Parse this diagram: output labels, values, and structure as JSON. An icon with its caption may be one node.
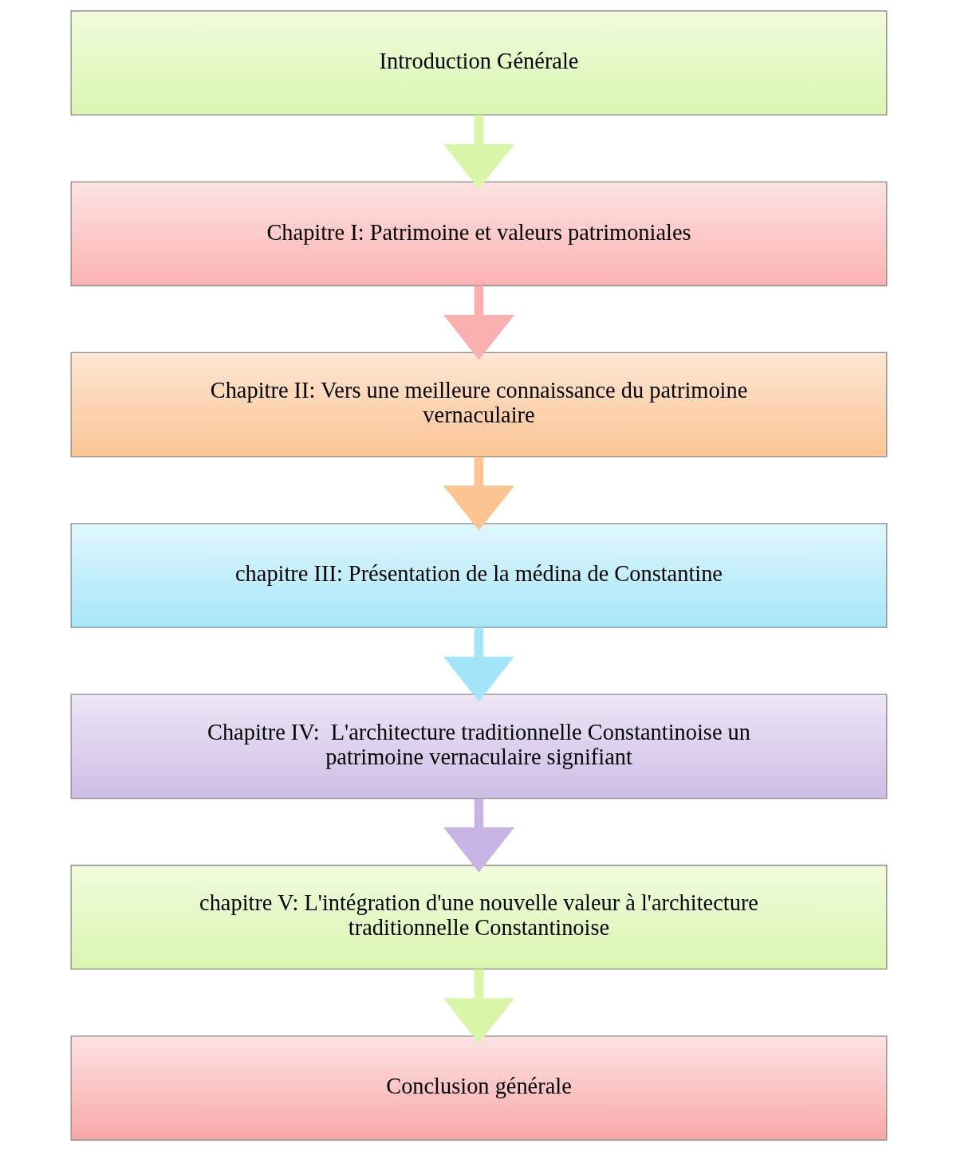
{
  "diagram": {
    "nodes": [
      {
        "text": [
          "Introduction Générale"
        ]
      },
      {
        "text": [
          "Chapitre I: Patrimoine et valeurs patrimoniales"
        ]
      },
      {
        "text": [
          "Chapitre II: Vers une meilleure connaissance du patrimoine vernaculaire"
        ]
      },
      {
        "text": [
          "chapitre III: Présentation de la médina de Constantine"
        ]
      },
      {
        "text": [
          "Chapitre IV:  L'architecture traditionnelle Constantinoise un patrimoine vernaculaire signifiant"
        ]
      },
      {
        "text": [
          "chapitre V: L'intégration d'une nouvelle valeur à l'architecture traditionnelle Constantinoise"
        ]
      },
      {
        "text": [
          "Conclusion générale"
        ]
      }
    ],
    "edges": [
      {
        "from": 0,
        "to": 1,
        "arrow": "to",
        "color": "#d8f5a8"
      },
      {
        "from": 1,
        "to": 2,
        "arrow": "to",
        "color": "#fbb0b0"
      },
      {
        "from": 2,
        "to": 3,
        "arrow": "to",
        "color": "#fcc490"
      },
      {
        "from": 3,
        "to": 4,
        "arrow": "to",
        "color": "#a4e4f8"
      },
      {
        "from": 4,
        "to": 5,
        "arrow": "to",
        "color": "#c8b4e4"
      },
      {
        "from": 5,
        "to": 6,
        "arrow": "to",
        "color": "#d8f5a8"
      }
    ]
  }
}
